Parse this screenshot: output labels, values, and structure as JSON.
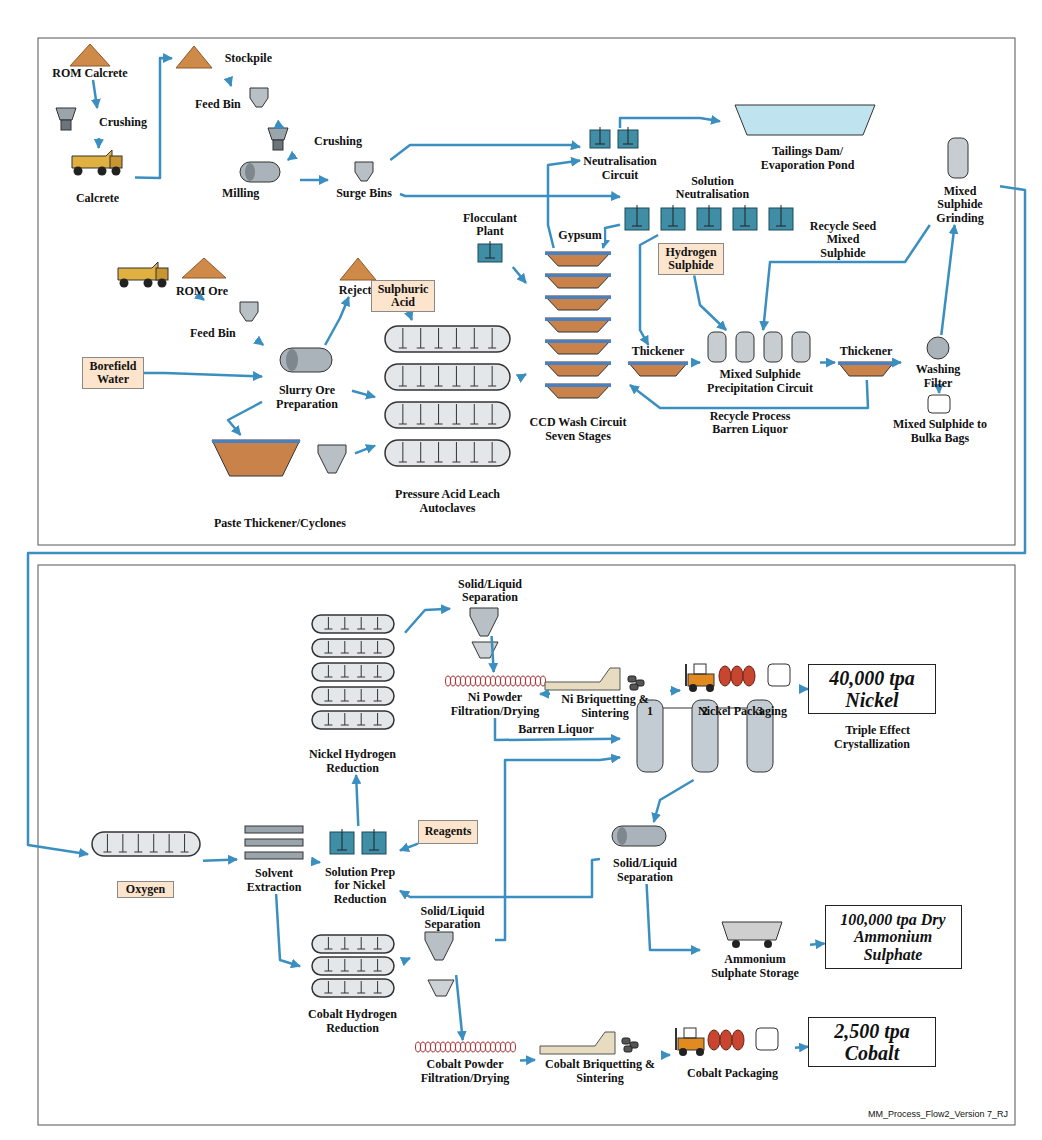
{
  "diagram": {
    "nodes": [
      {
        "text": [
          "ROM Calcrete"
        ]
      },
      {
        "text": [
          "Crushing"
        ]
      },
      {
        "text": [
          "Calcrete"
        ]
      },
      {
        "text": [
          "Stockpile"
        ]
      },
      {
        "text": [
          "Feed Bin"
        ]
      },
      {
        "text": [
          "Crushing"
        ]
      },
      {
        "text": [
          "Milling"
        ]
      },
      {
        "text": [
          "Surge Bins"
        ]
      },
      {
        "text": [
          "Neutralisation Circuit"
        ]
      },
      {
        "text": [
          "Tailings Dam/ Evaporation Pond"
        ]
      },
      {
        "text": [
          "Solution Neutralisation"
        ]
      },
      {
        "text": [
          "Hydrogen Sulphide"
        ]
      },
      {
        "text": [
          "Mixed Sulphide Grinding"
        ]
      },
      {
        "text": [
          "Flocculant Plant"
        ]
      },
      {
        "text": [
          "Rejects"
        ]
      },
      {
        "text": [
          "Sulphuric Acid"
        ]
      },
      {
        "text": [
          "ROM Ore"
        ]
      },
      {
        "text": [
          "Feed Bin"
        ]
      },
      {
        "text": [
          "Borefield Water"
        ]
      },
      {
        "text": [
          "Slurry Ore Preparation"
        ]
      },
      {
        "text": [
          "Thickener"
        ]
      },
      {
        "text": [
          "Mixed Sulphide Precipitation Circuit"
        ]
      },
      {
        "text": [
          "Thickener"
        ]
      },
      {
        "text": [
          "Washing Filter"
        ]
      },
      {
        "text": [
          "CCD Wash Circuit Seven Stages"
        ]
      },
      {
        "text": [
          "Mixed Sulphide to Bulka Bags"
        ]
      },
      {
        "text": [
          "Pressure Acid Leach Autoclaves"
        ]
      },
      {
        "text": [
          "Paste Thickener/Cyclones"
        ]
      },
      {
        "text": [
          "Solid/Liquid Separation"
        ]
      },
      {
        "text": [
          "Ni Powder Filtration/Drying"
        ]
      },
      {
        "text": [
          "Ni Briquetting & Sintering"
        ]
      },
      {
        "text": [
          "Nickel Packaging"
        ]
      },
      {
        "text": [
          "40,000 tpa Nickel"
        ]
      },
      {
        "text": [
          "Nickel Hydrogen Reduction"
        ]
      },
      {
        "text": [
          "Triple Effect Crystallization"
        ]
      },
      {
        "text": [
          "Oxygen"
        ]
      },
      {
        "text": [
          "Solvent Extraction"
        ]
      },
      {
        "text": [
          "Solution Prep for Nickel Reduction"
        ]
      },
      {
        "text": [
          "Reagents"
        ]
      },
      {
        "text": [
          "Solid/Liquid Separation"
        ]
      },
      {
        "text": [
          "Ammonium Sulphate Storage"
        ]
      },
      {
        "text": [
          "100,000 tpa Dry Ammonium Sulphate"
        ]
      },
      {
        "text": [
          "Solid/Liquid Separation"
        ]
      },
      {
        "text": [
          "Cobalt Hydrogen Reduction"
        ]
      },
      {
        "text": [
          "Cobalt Powder Filtration/Drying"
        ]
      },
      {
        "text": [
          "Cobalt Briquetting & Sintering"
        ]
      },
      {
        "text": [
          "Cobalt Packaging"
        ]
      },
      {
        "text": [
          "2,500 tpa Cobalt"
        ]
      }
    ],
    "edges": [
      {
        "from": 0,
        "to": 1,
        "arrow": "to"
      },
      {
        "from": 1,
        "to": 2,
        "arrow": "to"
      },
      {
        "from": 2,
        "to": 3,
        "arrow": "to"
      },
      {
        "from": 3,
        "to": 4,
        "arrow": "to"
      },
      {
        "from": 4,
        "to": 5,
        "arrow": "to"
      },
      {
        "from": 5,
        "to": 6,
        "arrow": "to"
      },
      {
        "from": 6,
        "to": 7,
        "arrow": "to"
      },
      {
        "from": 7,
        "to": 10,
        "arrow": "to"
      },
      {
        "from": 7,
        "to": 8,
        "arrow": "to"
      },
      {
        "from": 8,
        "to": 9,
        "arrow": "to"
      },
      {
        "from": 10,
        "to": 20,
        "arrow": "to"
      },
      {
        "from": 11,
        "to": 21,
        "arrow": "to"
      },
      {
        "from": 20,
        "to": 21,
        "arrow": "to"
      },
      {
        "from": 21,
        "to": 22,
        "arrow": "to"
      },
      {
        "from": 22,
        "to": 23,
        "arrow": "to"
      },
      {
        "from": 23,
        "to": 25,
        "arrow": "to"
      },
      {
        "from": 23,
        "to": 12,
        "arrow": "to"
      },
      {
        "from": 12,
        "to": 21,
        "label": "Recycle Seed Mixed Sulphide",
        "arrow": "to"
      },
      {
        "from": 22,
        "to": 24,
        "label": "Recycle Process Barren Liquor",
        "arrow": "to"
      },
      {
        "from": 13,
        "to": 24,
        "arrow": "to"
      },
      {
        "from": 16,
        "to": 17,
        "arrow": "to"
      },
      {
        "from": 17,
        "to": 19,
        "arrow": "to"
      },
      {
        "from": 18,
        "to": 19,
        "arrow": "to"
      },
      {
        "from": 19,
        "to": 14,
        "arrow": "to"
      },
      {
        "from": 15,
        "to": 26,
        "arrow": "to"
      },
      {
        "from": 19,
        "to": 26,
        "arrow": "to"
      },
      {
        "from": 19,
        "to": 27,
        "arrow": "to"
      },
      {
        "from": 27,
        "to": 26,
        "arrow": "to"
      },
      {
        "from": 26,
        "to": 24,
        "arrow": "to"
      },
      {
        "from": 24,
        "to": 8,
        "arrow": "to"
      },
      {
        "from": 10,
        "to": 24,
        "label": "Gypsum",
        "arrow": "to"
      },
      {
        "from": 12,
        "to": 35,
        "arrow": "to"
      },
      {
        "from": 35,
        "to": 36,
        "arrow": "to"
      },
      {
        "from": 36,
        "to": 37,
        "arrow": "to"
      },
      {
        "from": 38,
        "to": 37,
        "arrow": "to"
      },
      {
        "from": 37,
        "to": 33,
        "arrow": "to"
      },
      {
        "from": 33,
        "to": 28,
        "arrow": "to"
      },
      {
        "from": 28,
        "to": 29,
        "arrow": "to"
      },
      {
        "from": 29,
        "to": 30,
        "arrow": "to"
      },
      {
        "from": 30,
        "to": 31,
        "arrow": "to"
      },
      {
        "from": 31,
        "to": 32,
        "arrow": "to"
      },
      {
        "from": 29,
        "to": 34,
        "label": "Barren Liquor",
        "arrow": "to"
      },
      {
        "from": 36,
        "to": 43,
        "arrow": "to"
      },
      {
        "from": 43,
        "to": 42,
        "arrow": "to"
      },
      {
        "from": 42,
        "to": 34,
        "arrow": "to"
      },
      {
        "from": 34,
        "to": 39,
        "arrow": "to"
      },
      {
        "from": 39,
        "to": 40,
        "arrow": "to"
      },
      {
        "from": 40,
        "to": 41,
        "arrow": "to"
      },
      {
        "from": 39,
        "to": 37,
        "arrow": "to"
      },
      {
        "from": 42,
        "to": 44,
        "arrow": "to"
      },
      {
        "from": 44,
        "to": 45,
        "arrow": "to"
      },
      {
        "from": 45,
        "to": 46,
        "arrow": "to"
      },
      {
        "from": 46,
        "to": 47,
        "arrow": "to"
      }
    ],
    "labels": [
      "1",
      "2",
      "3",
      "MM_Process_Flow2_Version 7_RJ"
    ]
  }
}
